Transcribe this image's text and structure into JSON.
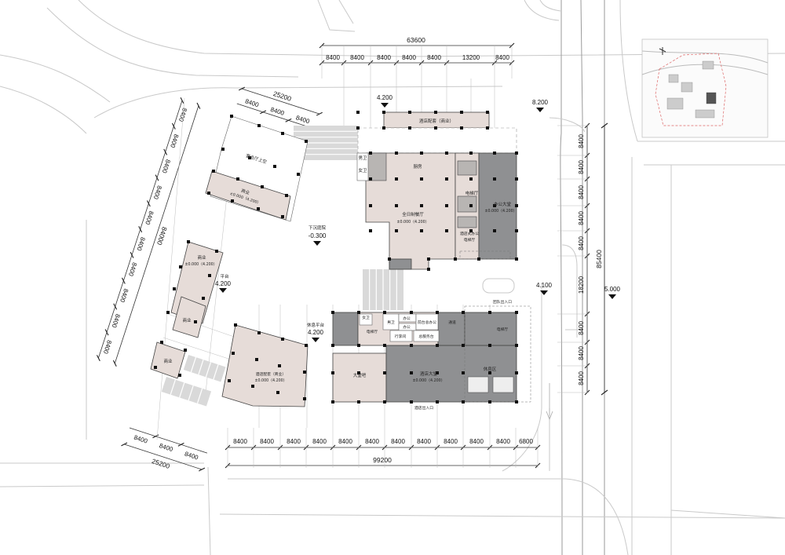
{
  "dimensions": {
    "top_total": "63600",
    "top_segments": [
      "8400",
      "8400",
      "8400",
      "8400",
      "8400",
      "13200",
      "8400"
    ],
    "diag_top_total": "25200",
    "diag_top_segments": [
      "8400",
      "8400",
      "8400"
    ],
    "diag_left_total": "84000",
    "diag_left_segments": [
      "8400",
      "8400",
      "8400",
      "8400",
      "8400",
      "8400",
      "8400",
      "8400",
      "8400",
      "8400"
    ],
    "diag_bottom_total": "25200",
    "diag_bottom_segments": [
      "8400",
      "8400",
      "8400"
    ],
    "bottom_total": "99200",
    "bottom_segments": [
      "8400",
      "8400",
      "8400",
      "8400",
      "8400",
      "8400",
      "8400",
      "8400",
      "8400",
      "8400",
      "8400",
      "6800"
    ],
    "right_total": "85400",
    "right_segments": [
      "8400",
      "8400",
      "8400",
      "8400",
      "8400",
      "18200",
      "8400",
      "8400",
      "8400"
    ]
  },
  "levels": {
    "top_entry": "4.200",
    "top_right": "8.200",
    "sunken_label": "下沉庭院",
    "sunken_value": "-0.300",
    "platform_left_label": "平台",
    "platform_left_value": "4.200",
    "rest_platform_label": "休息平台",
    "rest_platform_value": "4.200",
    "right_mid": "4.100",
    "right_road": "5.000"
  },
  "rooms": {
    "hotel_retail_top": "酒店配套（商业）",
    "banquet_void": "宴会厅上空",
    "retail_upper_name": "商业",
    "retail_upper_level": "±0.000（4.200）",
    "retail_mid_name": "商业",
    "retail_mid_level": "±0.000（4.200）",
    "retail_small": "商业",
    "retail_bottom": "商业",
    "hotel_support_name": "酒店配套（商业）",
    "hotel_support_level": "±0.000（4.200）",
    "male_wc_top": "男卫",
    "female_wc_top": "女卫",
    "kitchen": "厨房",
    "allday_name": "全日制餐厅",
    "allday_level": "±0.000（4.200）",
    "lift_hall_top": "电梯厅",
    "office_lobby_name": "办公大堂",
    "office_lobby_level": "±0.000（4.200）",
    "hotel_office_line1": "酒店式办公",
    "hotel_office_line2": "电梯厅",
    "female_wc_bottom": "女卫",
    "male_wc_bottom": "男卫",
    "office_a": "办公",
    "office_b": "办公",
    "front_office": "前台总办公",
    "channel": "通道",
    "lift_hall_bl": "电梯厅",
    "luggage": "行李间",
    "service_desk": "总服务台",
    "lift_hall_br": "电梯厅",
    "lobby_bar": "大堂吧",
    "hotel_lobby_name": "酒店大堂",
    "hotel_lobby_level": "±0.000（4.200）",
    "rest_area": "休息区",
    "group_entry": "团队出入口",
    "hotel_entry": "酒店出入口"
  },
  "colors": {
    "light_building": "#e6dcd8",
    "dark_building": "#8f9092",
    "road_line": "#c9c9c9"
  }
}
